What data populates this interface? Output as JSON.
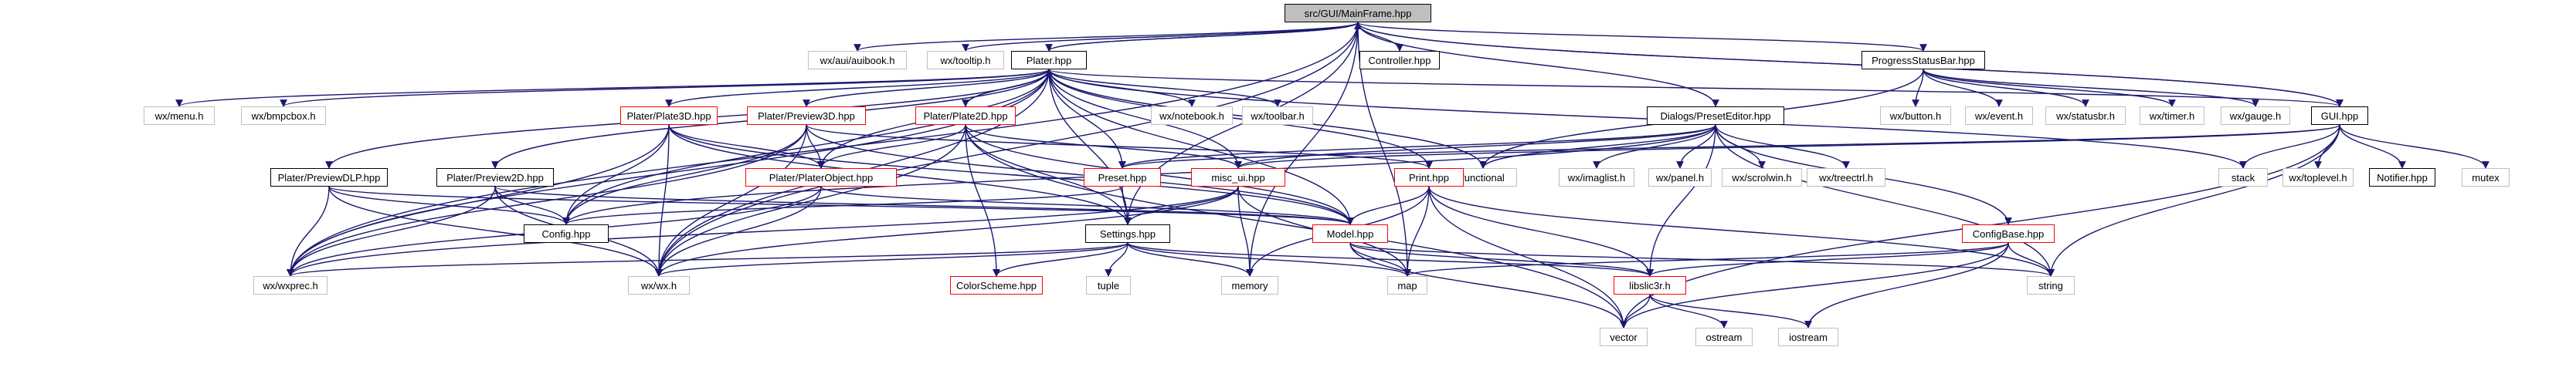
{
  "nodes": {
    "root": "src/GUI/MainFrame.hpp",
    "aui": "wx/aui/auibook.h",
    "tooltip": "wx/tooltip.h",
    "plater": "Plater.hpp",
    "controller": "Controller.hpp",
    "progress": "ProgressStatusBar.hpp",
    "menu": "wx/menu.h",
    "bmpcbox": "wx/bmpcbox.h",
    "notebook": "wx/notebook.h",
    "toolbar": "wx/toolbar.h",
    "plate3d": "Plater/Plate3D.hpp",
    "preview3d": "Plater/Preview3D.hpp",
    "plate2d": "Plater/Plate2D.hpp",
    "dialogs": "Dialogs/PresetEditor.hpp",
    "button": "wx/button.h",
    "event": "wx/event.h",
    "statusbr": "wx/statusbr.h",
    "timer": "wx/timer.h",
    "gauge": "wx/gauge.h",
    "gui": "GUI.hpp",
    "previewdlp": "Plater/PreviewDLP.hpp",
    "preview2d": "Plater/Preview2D.hpp",
    "platerobject": "Plater/PlaterObject.hpp",
    "preset": "Preset.hpp",
    "miscui": "misc_ui.hpp",
    "functional": "functional",
    "imaglist": "wx/imaglist.h",
    "panel": "wx/panel.h",
    "scrolwin": "wx/scrolwin.h",
    "treectrl": "wx/treectrl.h",
    "print": "Print.hpp",
    "stack": "stack",
    "toplevel": "wx/toplevel.h",
    "notifier": "Notifier.hpp",
    "mutex": "mutex",
    "config": "Config.hpp",
    "settings": "Settings.hpp",
    "model": "Model.hpp",
    "configbase": "ConfigBase.hpp",
    "wxprec": "wx/wxprec.h",
    "wxwx": "wx/wx.h",
    "colorscheme": "ColorScheme.hpp",
    "tuple": "tuple",
    "memory": "memory",
    "map": "map",
    "libslic3r": "libslic3r.h",
    "string": "string",
    "vector": "vector",
    "ostream": "ostream",
    "iostream": "iostream"
  },
  "edges": [
    [
      "root",
      "aui"
    ],
    [
      "root",
      "tooltip"
    ],
    [
      "root",
      "plater"
    ],
    [
      "root",
      "controller"
    ],
    [
      "root",
      "progress"
    ],
    [
      "root",
      "dialogs"
    ],
    [
      "root",
      "gui"
    ],
    [
      "root",
      "settings"
    ],
    [
      "root",
      "memory"
    ],
    [
      "root",
      "map"
    ],
    [
      "root",
      "wxprec"
    ],
    [
      "root",
      "wxwx"
    ],
    [
      "plater",
      "root"
    ],
    [
      "plater",
      "menu"
    ],
    [
      "plater",
      "bmpcbox"
    ],
    [
      "plater",
      "notebook"
    ],
    [
      "plater",
      "toolbar"
    ],
    [
      "plater",
      "plate3d"
    ],
    [
      "plater",
      "preview3d"
    ],
    [
      "plater",
      "plate2d"
    ],
    [
      "plater",
      "previewdlp"
    ],
    [
      "plater",
      "preview2d"
    ],
    [
      "plater",
      "platerobject"
    ],
    [
      "plater",
      "preset"
    ],
    [
      "plater",
      "miscui"
    ],
    [
      "plater",
      "print"
    ],
    [
      "plater",
      "config"
    ],
    [
      "plater",
      "settings"
    ],
    [
      "plater",
      "model"
    ],
    [
      "plater",
      "wxprec"
    ],
    [
      "plater",
      "wxwx"
    ],
    [
      "plater",
      "functional"
    ],
    [
      "plater",
      "stack"
    ],
    [
      "plater",
      "gui"
    ],
    [
      "progress",
      "button"
    ],
    [
      "progress",
      "event"
    ],
    [
      "progress",
      "statusbr"
    ],
    [
      "progress",
      "timer"
    ],
    [
      "progress",
      "gauge"
    ],
    [
      "progress",
      "functional"
    ],
    [
      "gui",
      "root"
    ],
    [
      "gui",
      "preset"
    ],
    [
      "gui",
      "notifier"
    ],
    [
      "gui",
      "toplevel"
    ],
    [
      "gui",
      "mutex"
    ],
    [
      "gui",
      "stack"
    ],
    [
      "gui",
      "string"
    ],
    [
      "gui",
      "vector"
    ],
    [
      "gui",
      "miscui"
    ],
    [
      "dialogs",
      "preset"
    ],
    [
      "dialogs",
      "miscui"
    ],
    [
      "dialogs",
      "functional"
    ],
    [
      "dialogs",
      "imaglist"
    ],
    [
      "dialogs",
      "panel"
    ],
    [
      "dialogs",
      "scrolwin"
    ],
    [
      "dialogs",
      "treectrl"
    ],
    [
      "dialogs",
      "configbase"
    ],
    [
      "dialogs",
      "libslic3r"
    ],
    [
      "dialogs",
      "config"
    ],
    [
      "dialogs",
      "string"
    ],
    [
      "plate3d",
      "platerobject"
    ],
    [
      "plate3d",
      "config"
    ],
    [
      "plate3d",
      "settings"
    ],
    [
      "plate3d",
      "wxwx"
    ],
    [
      "plate3d",
      "model"
    ],
    [
      "plate3d",
      "wxprec"
    ],
    [
      "preview3d",
      "platerobject"
    ],
    [
      "preview3d",
      "config"
    ],
    [
      "preview3d",
      "model"
    ],
    [
      "preview3d",
      "wxwx"
    ],
    [
      "preview3d",
      "print"
    ],
    [
      "preview3d",
      "wxprec"
    ],
    [
      "plate2d",
      "platerobject"
    ],
    [
      "plate2d",
      "colorscheme"
    ],
    [
      "plate2d",
      "settings"
    ],
    [
      "plate2d",
      "wxwx"
    ],
    [
      "plate2d",
      "model"
    ],
    [
      "plate2d",
      "miscui"
    ],
    [
      "plate2d",
      "vector"
    ],
    [
      "plate2d",
      "plater"
    ],
    [
      "previewdlp",
      "config"
    ],
    [
      "previewdlp",
      "wxprec"
    ],
    [
      "previewdlp",
      "wxwx"
    ],
    [
      "previewdlp",
      "model"
    ],
    [
      "preview2d",
      "config"
    ],
    [
      "preview2d",
      "wxprec"
    ],
    [
      "preview2d",
      "wxwx"
    ],
    [
      "preview2d",
      "model"
    ],
    [
      "platerobject",
      "model"
    ],
    [
      "platerobject",
      "wxwx"
    ],
    [
      "platerobject",
      "wxprec"
    ],
    [
      "preset",
      "config"
    ],
    [
      "preset",
      "settings"
    ],
    [
      "miscui",
      "settings"
    ],
    [
      "miscui",
      "wxwx"
    ],
    [
      "miscui",
      "wxprec"
    ],
    [
      "miscui",
      "memory"
    ],
    [
      "miscui",
      "map"
    ],
    [
      "print",
      "model"
    ],
    [
      "print",
      "memory"
    ],
    [
      "print",
      "libslic3r"
    ],
    [
      "print",
      "vector"
    ],
    [
      "print",
      "string"
    ],
    [
      "print",
      "map"
    ],
    [
      "settings",
      "wxprec"
    ],
    [
      "settings",
      "wxwx"
    ],
    [
      "settings",
      "colorscheme"
    ],
    [
      "settings",
      "tuple"
    ],
    [
      "settings",
      "memory"
    ],
    [
      "settings",
      "map"
    ],
    [
      "settings",
      "libslic3r"
    ],
    [
      "model",
      "map"
    ],
    [
      "model",
      "libslic3r"
    ],
    [
      "model",
      "vector"
    ],
    [
      "model",
      "string"
    ],
    [
      "configbase",
      "map"
    ],
    [
      "configbase",
      "libslic3r"
    ],
    [
      "configbase",
      "vector"
    ],
    [
      "configbase",
      "string"
    ],
    [
      "configbase",
      "iostream"
    ],
    [
      "libslic3r",
      "vector"
    ],
    [
      "libslic3r",
      "ostream"
    ],
    [
      "libslic3r",
      "iostream"
    ]
  ],
  "colors": {
    "edge": "#191970",
    "project_border": "#000000",
    "redlink_border": "#ff0000",
    "external_border": "#bfbfbf",
    "root_fill": "#bfbfbf"
  }
}
